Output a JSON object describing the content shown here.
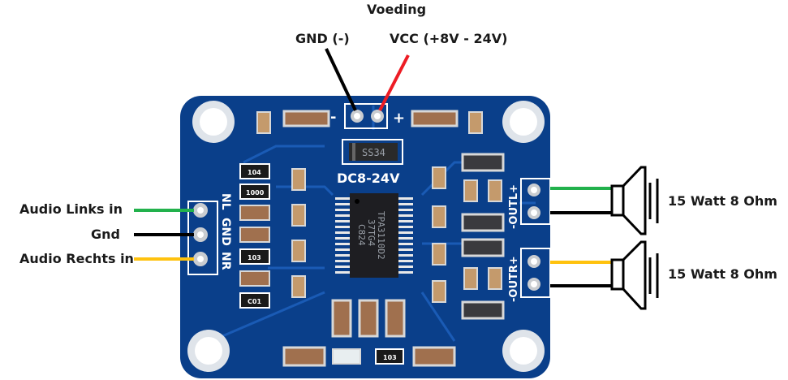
{
  "diagram": {
    "title": "Voeding",
    "power": {
      "gnd_label": "GND (-)",
      "vcc_label": "VCC (+8V - 24V)",
      "minus_sign": "-",
      "plus_sign": "+"
    },
    "inputs": [
      {
        "label": "Audio Links in",
        "wire_color": "#22b14c",
        "pin_silk": "NL"
      },
      {
        "label": "Gnd",
        "wire_color": "#000000",
        "pin_silk": "GND"
      },
      {
        "label": "Audio Rechts in",
        "wire_color": "#ffc20e",
        "pin_silk": "NR"
      }
    ],
    "outputs": [
      {
        "silk": "-OUTL+",
        "label": "15 Watt 8 Ohm",
        "plus_wire_color": "#22b14c",
        "minus_wire_color": "#000000"
      },
      {
        "silk": "-OUTR+",
        "label": "15 Watt 8 Ohm",
        "plus_wire_color": "#ffc20e",
        "minus_wire_color": "#000000"
      }
    ],
    "board": {
      "color": "#0a3f8a",
      "voltage_silk": "DC8-24V",
      "diode_marking": "SS34",
      "chip_marking": [
        "TPA3110D2",
        "37TG4",
        "C824"
      ],
      "resistor_markings": [
        "104",
        "1000",
        "103",
        "C01",
        "103"
      ]
    },
    "colors": {
      "gnd_wire": "#000000",
      "vcc_wire": "#ed1c24"
    }
  }
}
